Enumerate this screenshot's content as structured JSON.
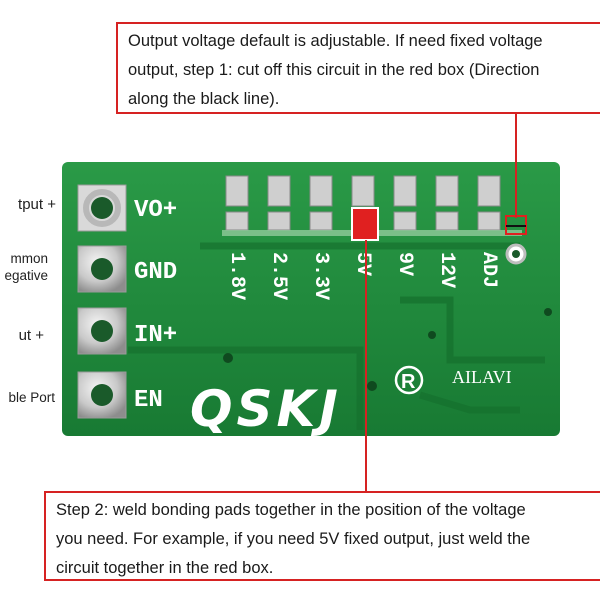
{
  "callouts": {
    "top": {
      "lines": [
        "Output voltage default is adjustable. If need fixed voltage",
        "output, step 1: cut off this circuit in the red box (Direction",
        "along the black line)."
      ]
    },
    "bottom": {
      "lines": [
        "Step 2: weld bonding pads together in the position of the voltage",
        "you need. For example, if you need 5V fixed output, just weld the",
        "circuit together in the red box."
      ]
    }
  },
  "side_labels": {
    "output_plus": "tput +",
    "common_negative_1": "mmon",
    "common_negative_2": "egative",
    "input_plus": "ut +",
    "enable_port": "ble Port"
  },
  "board": {
    "pins": [
      "VO+",
      "GND",
      "IN+",
      "EN"
    ],
    "voltages": [
      "1.8V",
      "2.5V",
      "3.3V",
      "5V",
      "9V",
      "12V",
      "ADJ"
    ],
    "brand_logo": "QSKJ",
    "registered_mark": "R",
    "maker": "AILAVI"
  },
  "colors": {
    "pcb": "#1e8a3a",
    "highlight": "#e02020",
    "callout_border": "#d62222"
  }
}
